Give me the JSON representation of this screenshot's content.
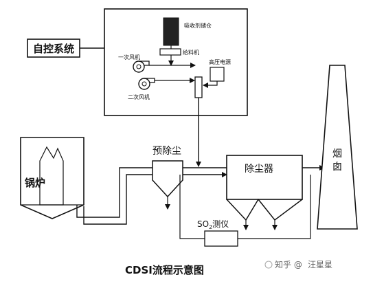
{
  "control_system": "自控系统",
  "absorbent_silo": "吸收剂储仓",
  "feeder": "给料机",
  "primary_fan": "一次风机",
  "secondary_fan": "二次风机",
  "hv_power": "高压电源",
  "pre_dust": "预除尘",
  "boiler": "锅炉",
  "dust_collector": "除尘器",
  "so2_meter_prefix": "SO",
  "so2_meter_sub": "2",
  "so2_meter_suffix": "测仪",
  "chimney": [
    "烟",
    "囱"
  ],
  "caption": "CDSI流程示意图",
  "watermark_text": "知乎 @",
  "watermark_name": "汪星星"
}
